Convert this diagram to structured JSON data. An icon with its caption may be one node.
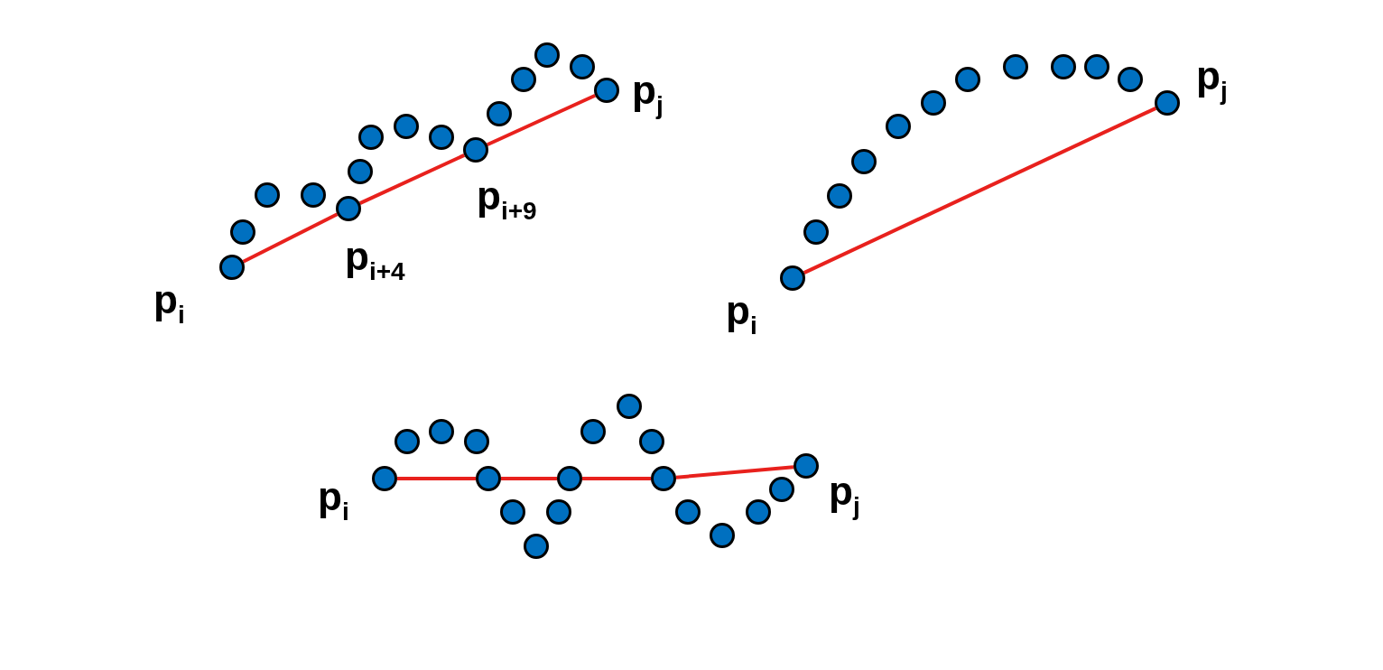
{
  "diagram": {
    "nodes": [
      {
        "text": [],
        "shape": "circle",
        "beside": [
          "p$_{i}$"
        ]
      },
      {
        "text": [],
        "shape": "circle"
      },
      {
        "text": [],
        "shape": "circle"
      },
      {
        "text": [],
        "shape": "circle"
      },
      {
        "text": [],
        "shape": "circle",
        "beside": [
          "p$_{i+4}$"
        ]
      },
      {
        "text": [],
        "shape": "circle"
      },
      {
        "text": [],
        "shape": "circle"
      },
      {
        "text": [],
        "shape": "circle"
      },
      {
        "text": [],
        "shape": "circle"
      },
      {
        "text": [],
        "shape": "circle",
        "beside": [
          "p$_{i+9}$"
        ]
      },
      {
        "text": [],
        "shape": "circle"
      },
      {
        "text": [],
        "shape": "circle"
      },
      {
        "text": [],
        "shape": "circle"
      },
      {
        "text": [],
        "shape": "circle"
      },
      {
        "text": [],
        "shape": "circle",
        "beside": [
          "p$_{j}$"
        ]
      },
      {
        "text": [],
        "shape": "circle",
        "beside": [
          "p$_{i}$"
        ]
      },
      {
        "text": [],
        "shape": "circle"
      },
      {
        "text": [],
        "shape": "circle"
      },
      {
        "text": [],
        "shape": "circle"
      },
      {
        "text": [],
        "shape": "circle"
      },
      {
        "text": [],
        "shape": "circle"
      },
      {
        "text": [],
        "shape": "circle"
      },
      {
        "text": [],
        "shape": "circle"
      },
      {
        "text": [],
        "shape": "circle"
      },
      {
        "text": [],
        "shape": "circle"
      },
      {
        "text": [],
        "shape": "circle"
      },
      {
        "text": [],
        "shape": "circle",
        "beside": [
          "p$_{j}$"
        ]
      },
      {
        "text": [],
        "shape": "circle",
        "beside": [
          "p$_{i}$"
        ]
      },
      {
        "text": [],
        "shape": "circle"
      },
      {
        "text": [],
        "shape": "circle"
      },
      {
        "text": [],
        "shape": "circle"
      },
      {
        "text": [],
        "shape": "circle"
      },
      {
        "text": [],
        "shape": "circle"
      },
      {
        "text": [],
        "shape": "circle"
      },
      {
        "text": [],
        "shape": "circle"
      },
      {
        "text": [],
        "shape": "circle"
      },
      {
        "text": [],
        "shape": "circle"
      },
      {
        "text": [],
        "shape": "circle"
      },
      {
        "text": [],
        "shape": "circle"
      },
      {
        "text": [],
        "shape": "circle"
      },
      {
        "text": [],
        "shape": "circle"
      },
      {
        "text": [],
        "shape": "circle"
      },
      {
        "text": [],
        "shape": "circle"
      },
      {
        "text": [],
        "shape": "circle"
      },
      {
        "text": [],
        "shape": "circle",
        "beside": [
          "p$_{j}$"
        ]
      }
    ],
    "edges": [
      {
        "from": 0,
        "to": 4,
        "arrow": "none"
      },
      {
        "from": 4,
        "to": 9,
        "arrow": "none"
      },
      {
        "from": 9,
        "to": 14,
        "arrow": "none"
      },
      {
        "from": 15,
        "to": 26,
        "arrow": "none"
      },
      {
        "from": 27,
        "to": 31,
        "arrow": "none"
      },
      {
        "from": 31,
        "to": 35,
        "arrow": "none"
      },
      {
        "from": 35,
        "to": 39,
        "arrow": "none"
      },
      {
        "from": 39,
        "to": 44,
        "arrow": "none"
      }
    ]
  }
}
